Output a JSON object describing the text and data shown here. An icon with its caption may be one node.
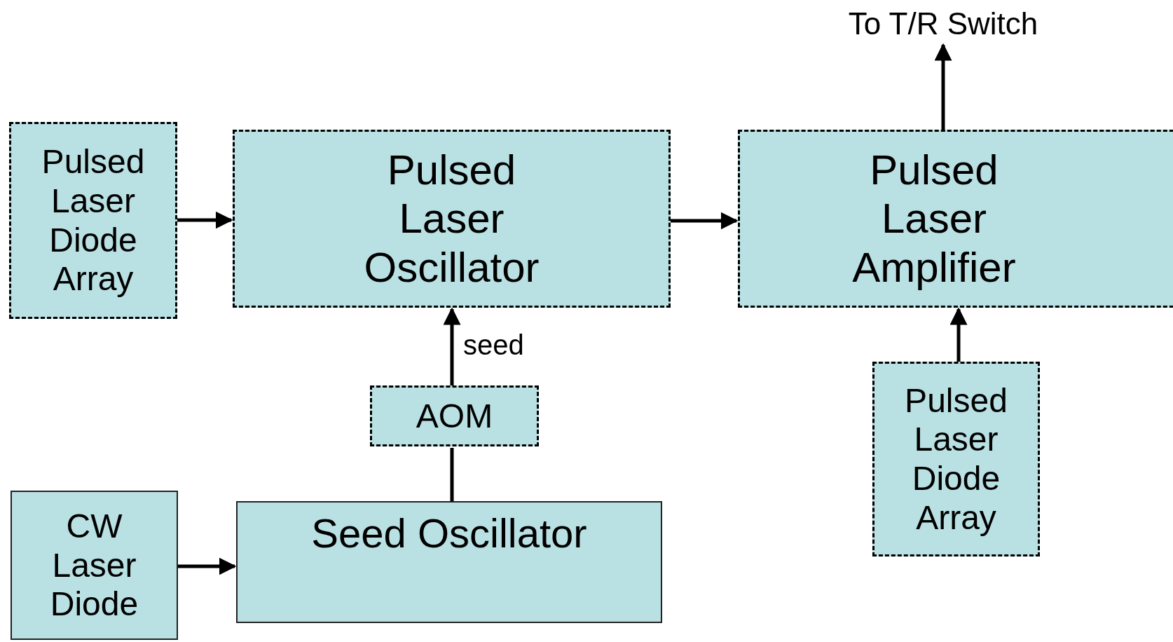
{
  "diagram": {
    "nodes": [
      {
        "text": [
          "Pulsed Laser Diode Array"
        ]
      },
      {
        "text": [
          "Pulsed Laser Oscillator"
        ]
      },
      {
        "text": [
          "Pulsed Laser Amplifier"
        ]
      },
      {
        "text": [
          "Pulsed Laser Diode Array"
        ]
      },
      {
        "text": [
          "AOM"
        ]
      },
      {
        "text": [
          "CW Laser Diode"
        ]
      },
      {
        "text": [
          "Seed Oscillator"
        ]
      },
      {
        "text": [
          "To T/R Switch"
        ]
      }
    ],
    "edges": [
      {
        "from": 0,
        "to": 1,
        "arrow": "to"
      },
      {
        "from": 1,
        "to": 2,
        "arrow": "to"
      },
      {
        "from": 2,
        "to": 7,
        "arrow": "to"
      },
      {
        "from": 3,
        "to": 2,
        "arrow": "to"
      },
      {
        "from": 4,
        "to": 1,
        "arrow": "to",
        "label": "seed"
      },
      {
        "from": 6,
        "to": 4,
        "arrow": "none"
      },
      {
        "from": 5,
        "to": 6,
        "arrow": "to"
      }
    ]
  }
}
